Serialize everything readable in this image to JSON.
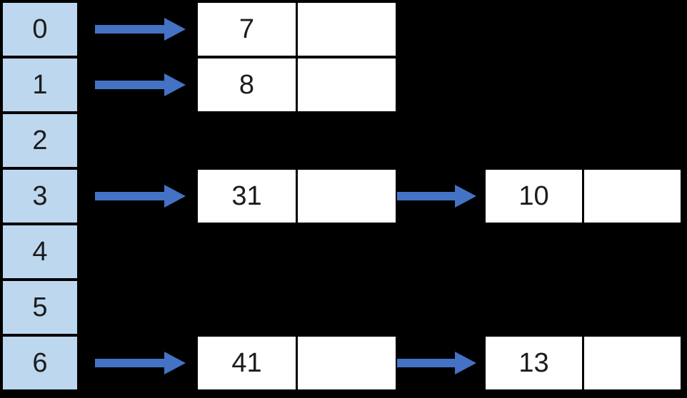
{
  "diagram": {
    "kind": "hash-table-with-separate-chaining",
    "background": "#000000"
  },
  "palette": {
    "bucket_fill": "#BDD7EE",
    "border": "#000000",
    "node_fill": "#FFFFFF",
    "arrow": "#4472C4",
    "text": "#1C1C1C"
  },
  "buckets": [
    {
      "index": "0"
    },
    {
      "index": "1"
    },
    {
      "index": "2"
    },
    {
      "index": "3"
    },
    {
      "index": "4"
    },
    {
      "index": "5"
    },
    {
      "index": "6"
    }
  ],
  "chains": {
    "bucket0": {
      "node1": {
        "value": "7",
        "next": ""
      }
    },
    "bucket1": {
      "node1": {
        "value": "8",
        "next": ""
      }
    },
    "bucket3": {
      "node1": {
        "value": "31",
        "next": ""
      },
      "node2": {
        "value": "10",
        "next": ""
      }
    },
    "bucket6": {
      "node1": {
        "value": "41",
        "next": ""
      },
      "node2": {
        "value": "13",
        "next": ""
      }
    }
  }
}
